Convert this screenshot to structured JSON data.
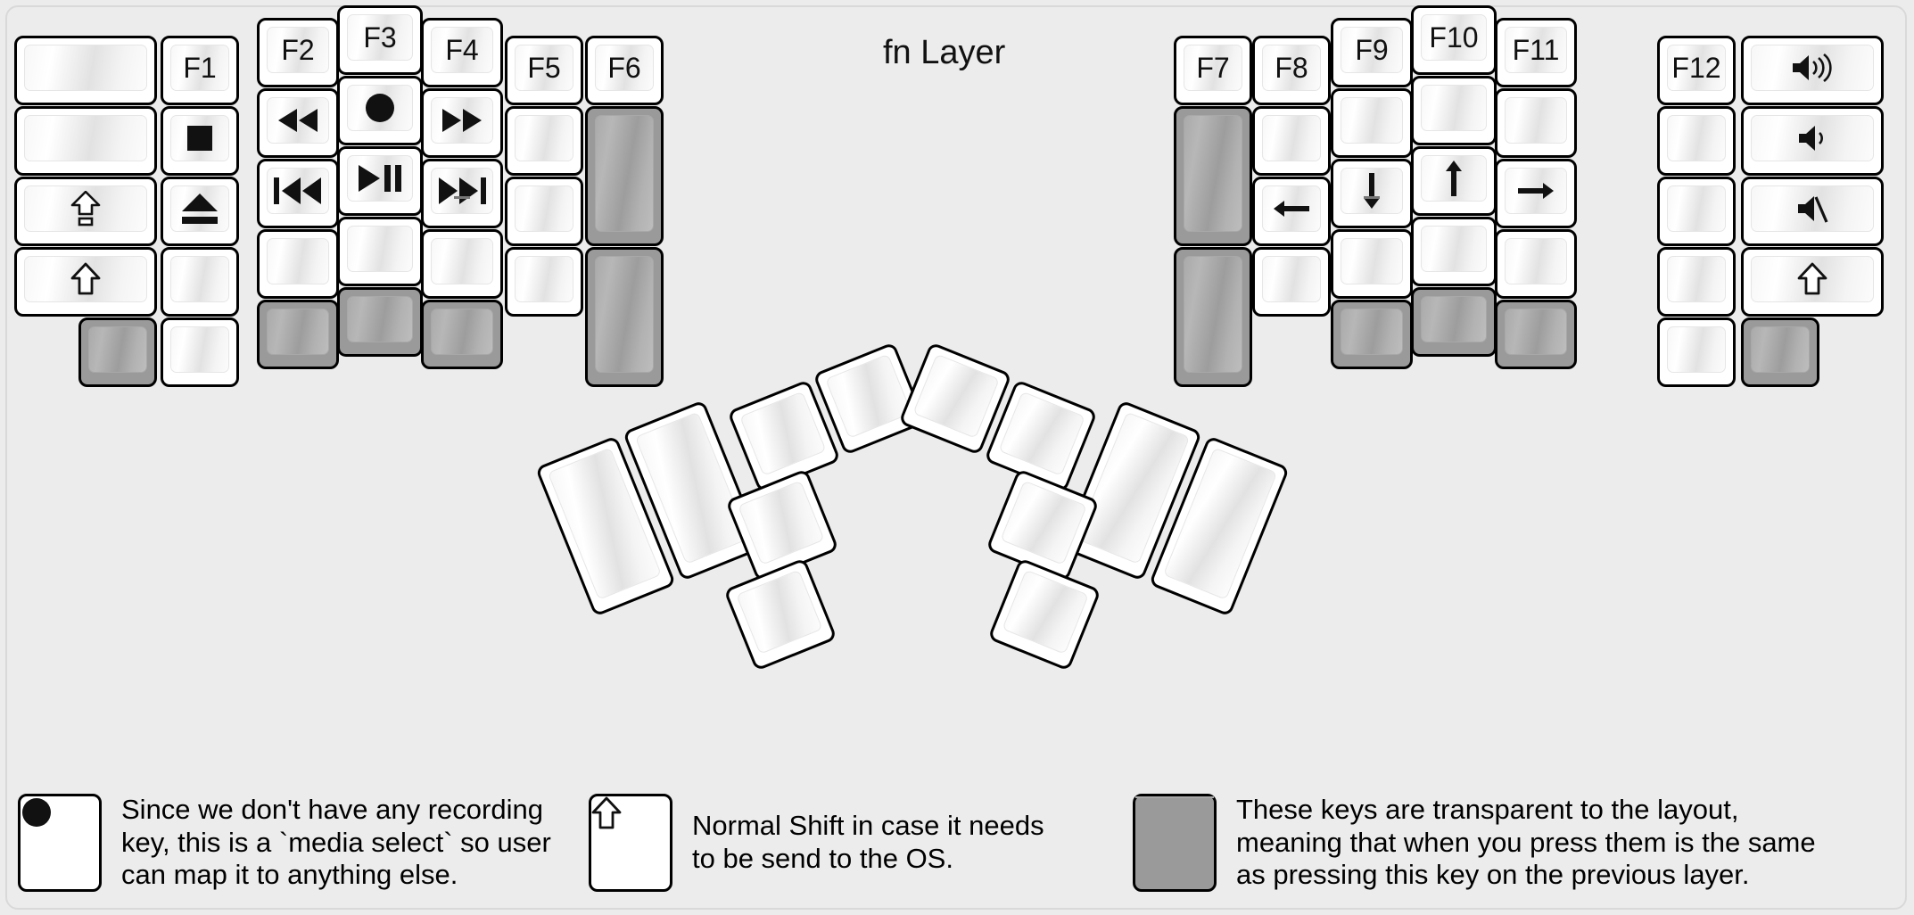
{
  "title": "fn Layer",
  "colors": {
    "background": "#ececec",
    "key_face": "#ffffff",
    "key_border": "#000000",
    "transparent_key": "#9a9a9a",
    "label": "#111111"
  },
  "legend": [
    {
      "key_icon": "record-icon",
      "key_type": "normal",
      "text": "Since we don't have any recording\nkey, this is a `media select` so user\ncan map it to anything else."
    },
    {
      "key_icon": "shift-icon",
      "key_type": "normal",
      "text": "Normal Shift in case it needs\nto be send to the OS."
    },
    {
      "key_icon": "blank",
      "key_type": "transparent",
      "text": "These keys are transparent to the layout,\nmeaning that when you press them is the same\nas pressing this key on the previous layer."
    }
  ],
  "left_half": {
    "columns": [
      {
        "name": "col-outer-left",
        "keys": [
          {
            "label": "",
            "icon": "blank",
            "type": "normal"
          },
          {
            "label": "",
            "icon": "blank",
            "type": "normal"
          },
          {
            "label": "",
            "icon": "capslock-icon",
            "type": "normal"
          },
          {
            "label": "",
            "icon": "shift-icon",
            "type": "normal"
          },
          {
            "label": "",
            "icon": "blank",
            "type": "transparent"
          }
        ]
      },
      {
        "name": "col-f1",
        "keys": [
          {
            "label": "F1",
            "icon": "",
            "type": "normal"
          },
          {
            "label": "",
            "icon": "stop-icon",
            "type": "normal"
          },
          {
            "label": "",
            "icon": "eject-icon",
            "type": "normal"
          },
          {
            "label": "",
            "icon": "blank",
            "type": "normal"
          },
          {
            "label": "",
            "icon": "blank",
            "type": "normal"
          }
        ]
      },
      {
        "name": "col-f2",
        "keys": [
          {
            "label": "F2",
            "icon": "",
            "type": "normal"
          },
          {
            "label": "",
            "icon": "rewind-icon",
            "type": "normal"
          },
          {
            "label": "",
            "icon": "previous-track-icon",
            "type": "normal"
          },
          {
            "label": "",
            "icon": "blank",
            "type": "normal"
          },
          {
            "label": "",
            "icon": "blank",
            "type": "transparent"
          }
        ]
      },
      {
        "name": "col-f3",
        "keys": [
          {
            "label": "F3",
            "icon": "",
            "type": "normal"
          },
          {
            "label": "",
            "icon": "record-icon",
            "type": "normal"
          },
          {
            "label": "",
            "icon": "play-pause-icon",
            "type": "normal"
          },
          {
            "label": "",
            "icon": "blank",
            "type": "normal"
          },
          {
            "label": "",
            "icon": "blank",
            "type": "transparent"
          }
        ]
      },
      {
        "name": "col-f4",
        "keys": [
          {
            "label": "F4",
            "icon": "",
            "type": "normal"
          },
          {
            "label": "",
            "icon": "fast-forward-icon",
            "type": "normal"
          },
          {
            "label": "",
            "icon": "next-track-icon",
            "type": "normal",
            "mark": "underline"
          },
          {
            "label": "",
            "icon": "blank",
            "type": "normal"
          },
          {
            "label": "",
            "icon": "blank",
            "type": "transparent"
          }
        ]
      },
      {
        "name": "col-f5",
        "keys": [
          {
            "label": "F5",
            "icon": "",
            "type": "normal"
          },
          {
            "label": "",
            "icon": "blank",
            "type": "normal"
          },
          {
            "label": "",
            "icon": "blank",
            "type": "normal"
          },
          {
            "label": "",
            "icon": "blank",
            "type": "normal"
          }
        ]
      },
      {
        "name": "col-f6",
        "keys": [
          {
            "label": "F6",
            "icon": "",
            "type": "normal"
          },
          {
            "label": "",
            "icon": "blank",
            "type": "transparent",
            "size": "2u"
          },
          {
            "label": "",
            "icon": "blank",
            "type": "transparent",
            "size": "2u"
          }
        ]
      }
    ],
    "thumb_cluster": [
      {
        "name": "thumb-l-big-1",
        "icon": "blank",
        "type": "normal",
        "size": "2u"
      },
      {
        "name": "thumb-l-big-2",
        "icon": "blank",
        "type": "normal",
        "size": "2u"
      },
      {
        "name": "thumb-l-small-1",
        "icon": "blank",
        "type": "normal",
        "size": "1u"
      },
      {
        "name": "thumb-l-small-2",
        "icon": "blank",
        "type": "normal",
        "size": "1u"
      },
      {
        "name": "thumb-l-small-3",
        "icon": "blank",
        "type": "normal",
        "size": "1u"
      },
      {
        "name": "thumb-l-small-4",
        "icon": "blank",
        "type": "normal",
        "size": "1u"
      }
    ]
  },
  "right_half": {
    "columns": [
      {
        "name": "col-f7",
        "keys": [
          {
            "label": "F7",
            "icon": "",
            "type": "normal"
          },
          {
            "label": "",
            "icon": "blank",
            "type": "transparent",
            "size": "2u"
          },
          {
            "label": "",
            "icon": "blank",
            "type": "transparent",
            "size": "2u"
          }
        ]
      },
      {
        "name": "col-f8",
        "keys": [
          {
            "label": "F8",
            "icon": "",
            "type": "normal"
          },
          {
            "label": "",
            "icon": "blank",
            "type": "normal"
          },
          {
            "label": "",
            "icon": "arrow-left-icon",
            "type": "normal"
          },
          {
            "label": "",
            "icon": "blank",
            "type": "normal"
          }
        ]
      },
      {
        "name": "col-f9",
        "keys": [
          {
            "label": "F9",
            "icon": "",
            "type": "normal"
          },
          {
            "label": "",
            "icon": "blank",
            "type": "normal"
          },
          {
            "label": "",
            "icon": "arrow-down-icon",
            "type": "normal",
            "mark": "underline"
          },
          {
            "label": "",
            "icon": "blank",
            "type": "normal"
          },
          {
            "label": "",
            "icon": "blank",
            "type": "transparent"
          }
        ]
      },
      {
        "name": "col-f10",
        "keys": [
          {
            "label": "F10",
            "icon": "",
            "type": "normal"
          },
          {
            "label": "",
            "icon": "blank",
            "type": "normal"
          },
          {
            "label": "",
            "icon": "arrow-up-icon",
            "type": "normal"
          },
          {
            "label": "",
            "icon": "blank",
            "type": "normal"
          },
          {
            "label": "",
            "icon": "blank",
            "type": "transparent"
          }
        ]
      },
      {
        "name": "col-f11",
        "keys": [
          {
            "label": "F11",
            "icon": "",
            "type": "normal"
          },
          {
            "label": "",
            "icon": "blank",
            "type": "normal"
          },
          {
            "label": "",
            "icon": "arrow-right-icon",
            "type": "normal"
          },
          {
            "label": "",
            "icon": "blank",
            "type": "normal"
          },
          {
            "label": "",
            "icon": "blank",
            "type": "transparent"
          }
        ]
      },
      {
        "name": "col-f12",
        "keys": [
          {
            "label": "F12",
            "icon": "",
            "type": "normal"
          },
          {
            "label": "",
            "icon": "blank",
            "type": "normal"
          },
          {
            "label": "",
            "icon": "blank",
            "type": "normal"
          },
          {
            "label": "",
            "icon": "blank",
            "type": "normal"
          },
          {
            "label": "",
            "icon": "blank",
            "type": "normal"
          }
        ]
      },
      {
        "name": "col-outer-right",
        "keys": [
          {
            "label": "",
            "icon": "volume-up-icon",
            "type": "normal"
          },
          {
            "label": "",
            "icon": "volume-down-icon",
            "type": "normal"
          },
          {
            "label": "",
            "icon": "volume-mute-icon",
            "type": "normal"
          },
          {
            "label": "",
            "icon": "shift-icon",
            "type": "normal"
          },
          {
            "label": "",
            "icon": "blank",
            "type": "transparent"
          }
        ]
      }
    ],
    "thumb_cluster": [
      {
        "name": "thumb-r-big-1",
        "icon": "blank",
        "type": "normal",
        "size": "2u"
      },
      {
        "name": "thumb-r-big-2",
        "icon": "blank",
        "type": "normal",
        "size": "2u"
      },
      {
        "name": "thumb-r-small-1",
        "icon": "blank",
        "type": "normal",
        "size": "1u"
      },
      {
        "name": "thumb-r-small-2",
        "icon": "blank",
        "type": "normal",
        "size": "1u"
      },
      {
        "name": "thumb-r-small-3",
        "icon": "blank",
        "type": "normal",
        "size": "1u"
      },
      {
        "name": "thumb-r-small-4",
        "icon": "blank",
        "type": "normal",
        "size": "1u"
      }
    ]
  }
}
